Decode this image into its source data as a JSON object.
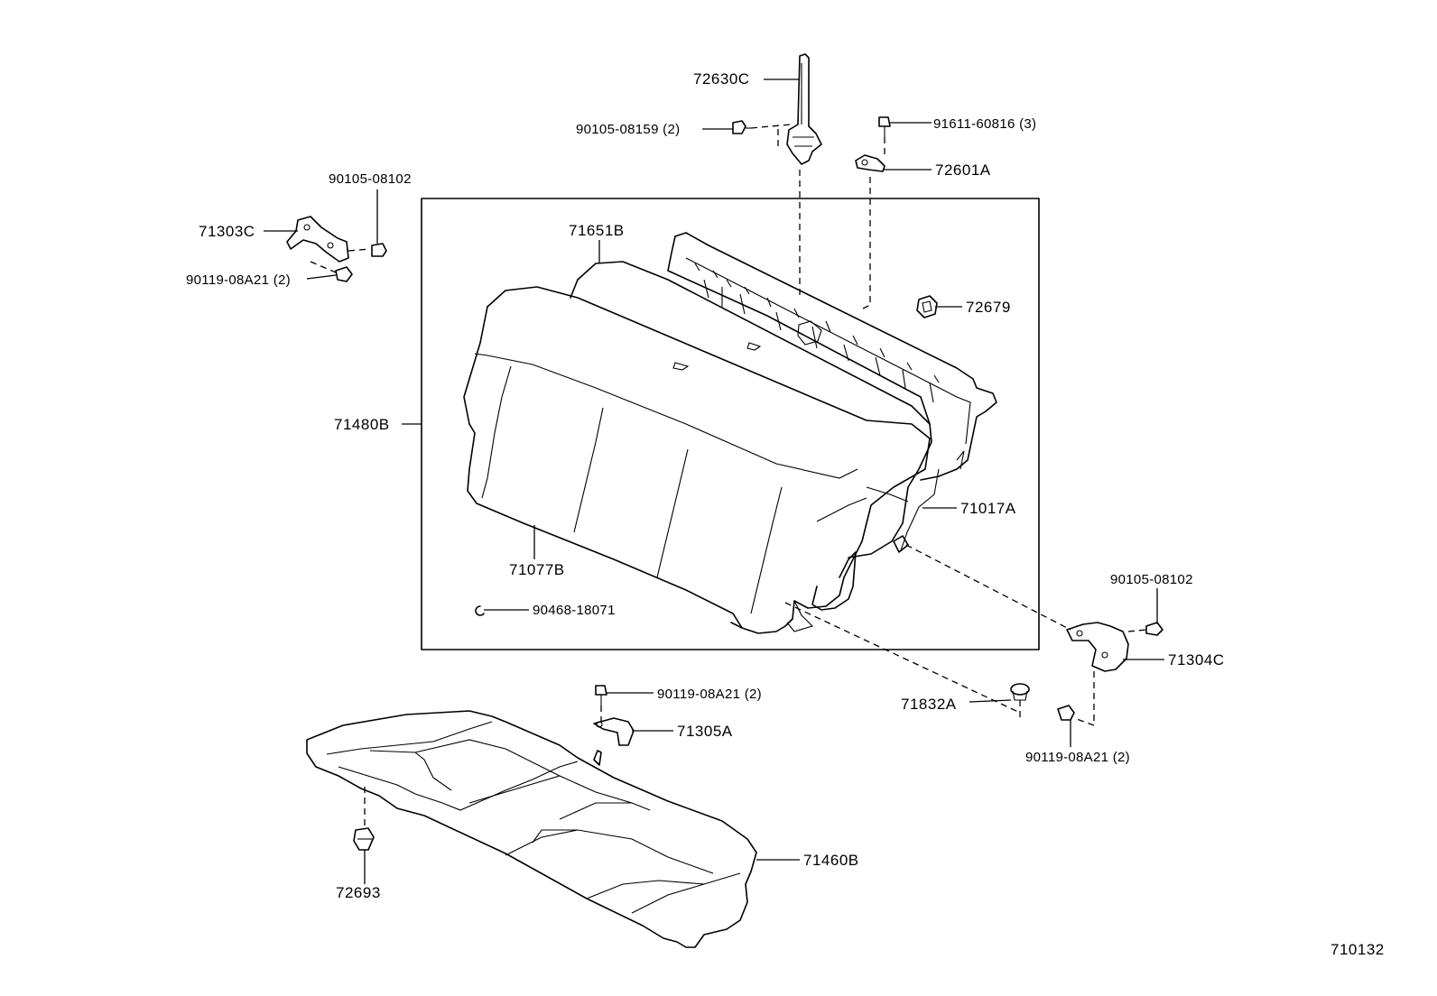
{
  "diagram": {
    "figure_number": "710132",
    "callouts": {
      "c72630C": "72630C",
      "c90105_08159": "90105-08159 (2)",
      "c91611_60816": "91611-60816 (3)",
      "c72601A": "72601A",
      "c90105_08102_left": "90105-08102",
      "c71303C": "71303C",
      "c90119_08A21_left": "90119-08A21 (2)",
      "c71651B": "71651B",
      "c72679": "72679",
      "c71480B": "71480B",
      "c71017A": "71017A",
      "c71077B": "71077B",
      "c90468_18071": "90468-18071",
      "c90105_08102_right": "90105-08102",
      "c71304C": "71304C",
      "c90119_08A21_mid": "90119-08A21 (2)",
      "c71305A": "71305A",
      "c71832A": "71832A",
      "c90119_08A21_right": "90119-08A21 (2)",
      "c71460B": "71460B",
      "c72693": "72693"
    }
  }
}
